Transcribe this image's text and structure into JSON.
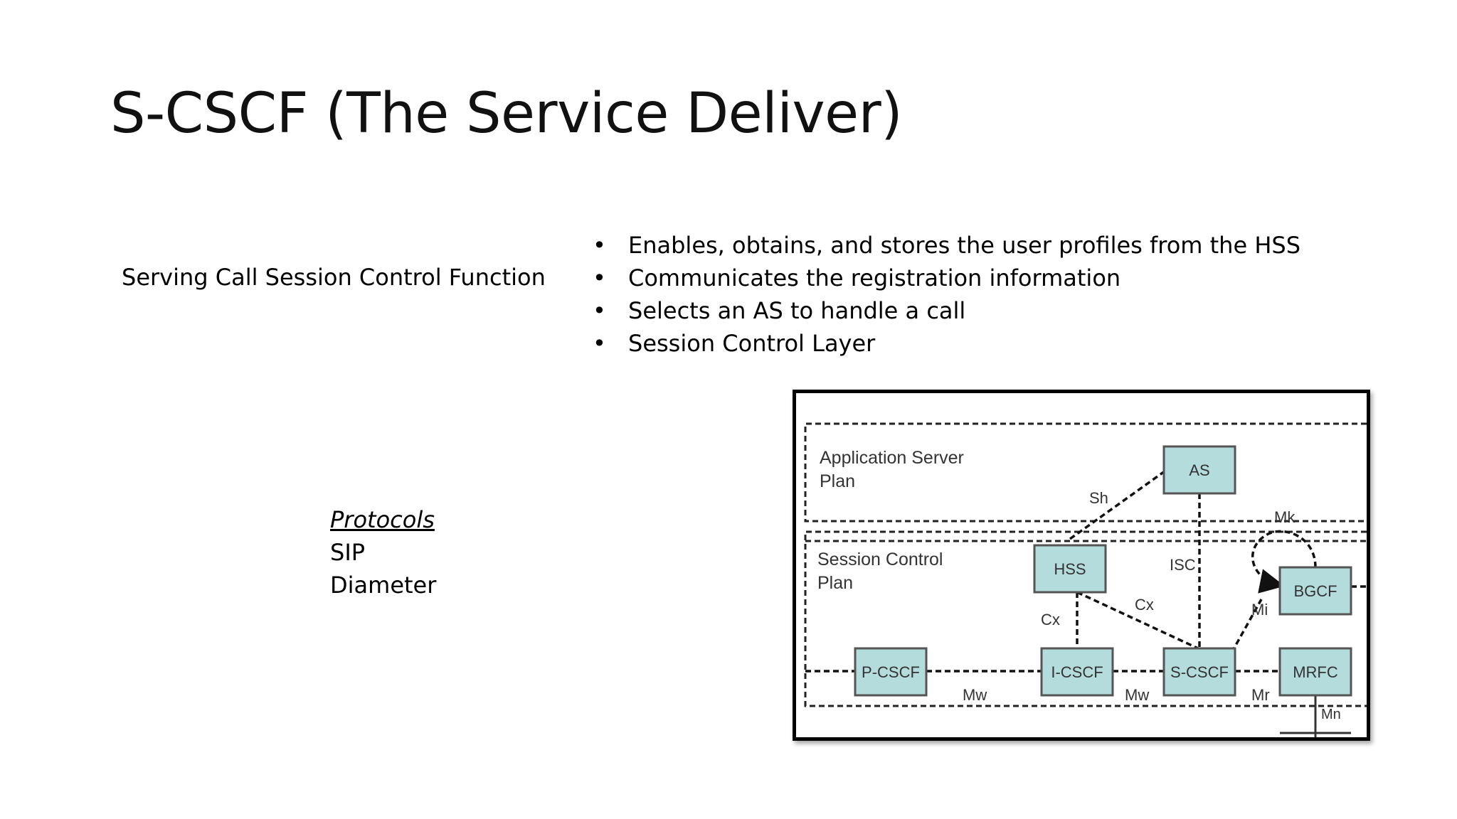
{
  "slide": {
    "title": "S-CSCF (The Service Deliver)",
    "subtitle": "Serving Call Session Control Function",
    "bullets": [
      "Enables, obtains, and stores the user profiles from the HSS",
      "Communicates the registration information",
      "Selects an AS to handle a call",
      "Session Control Layer"
    ],
    "bullet_glyph": "•",
    "protocols": {
      "heading": "Protocols",
      "items": [
        "SIP",
        "Diameter"
      ]
    }
  },
  "diagram": {
    "planes": {
      "app_line1": "Application Server",
      "app_line2": "Plan",
      "session_line1": "Session Control",
      "session_line2": "Plan"
    },
    "nodes": {
      "as": "AS",
      "hss": "HSS",
      "bgcf": "BGCF",
      "pcscf": "P-CSCF",
      "icscf": "I-CSCF",
      "scscf": "S-CSCF",
      "mrfc": "MRFC"
    },
    "interfaces": {
      "sh": "Sh",
      "mk": "Mk",
      "isc": "ISC",
      "cx_vertical": "Cx",
      "cx_diagonal": "Cx",
      "mi": "Mi",
      "mw_left": "Mw",
      "mw_right": "Mw",
      "mr": "Mr",
      "mn": "Mn"
    },
    "colors": {
      "node_fill": "#b4dcdc",
      "node_stroke": "#555555"
    }
  }
}
